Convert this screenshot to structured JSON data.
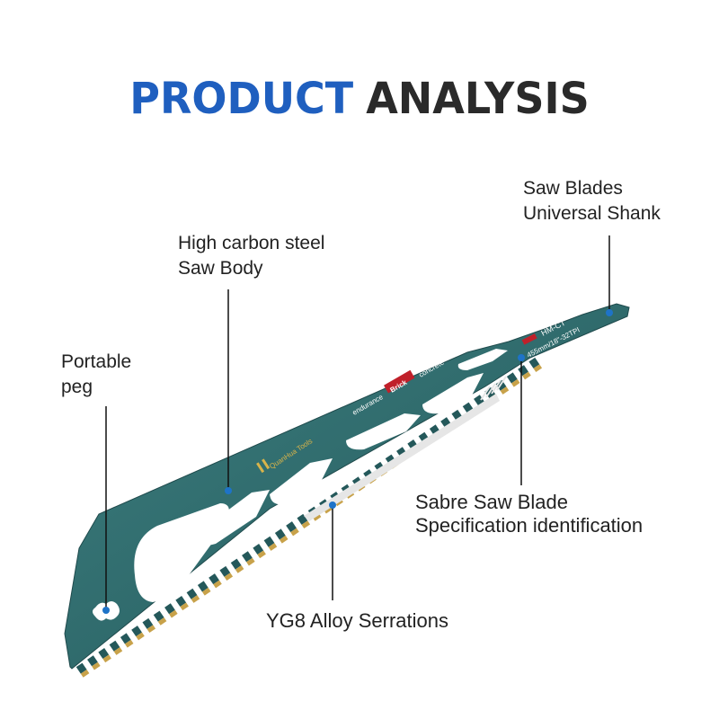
{
  "header": {
    "title_part1": "PRODUCT",
    "title_part2": "ANALYSIS"
  },
  "callouts": {
    "shank": {
      "line1": "Saw Blades",
      "line2": "Universal Shank"
    },
    "body": {
      "line1": "High carbon steel",
      "line2": "Saw Body"
    },
    "peg": {
      "line1": "Portable",
      "line2": "peg"
    },
    "spec": {
      "line1": "Sabre Saw Blade",
      "line2": "Specification identification"
    },
    "serrations": {
      "line1": "YG8 Alloy Serrations"
    }
  },
  "blade_print": {
    "brand": "QuanHua Tools",
    "endurance": "endurance",
    "brick": "Brick",
    "concrete": "concrete",
    "carbide": "Carbide",
    "model": "HM-CT",
    "size": "455mm/18\"-32TPI"
  },
  "colors": {
    "accent_blue": "#1f5fbf",
    "blade_green": "#2e6b6c",
    "carbide_tip": "#c8a24a",
    "marker": "#1e73c8"
  }
}
